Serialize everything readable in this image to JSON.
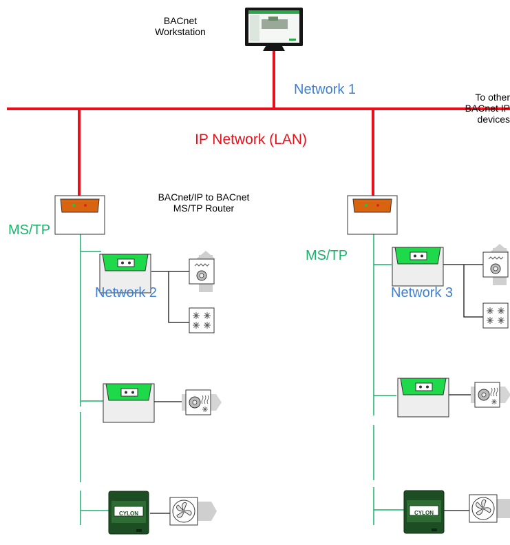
{
  "labels": {
    "workstation": "BACnet Workstation",
    "network1": "Network 1",
    "to_other": "To other BACnet IP devices",
    "ip_network": "IP Network (LAN)",
    "router": "BACnet/IP to BACnet MS/TP Router",
    "mstp_left": "MS/TP",
    "mstp_right": "MS/TP",
    "network2": "Network 2",
    "network3": "Network 3",
    "cylon_left": "CYLON",
    "cylon_right": "CYLON"
  },
  "colors": {
    "ip_line": "#e8101a",
    "mstp_line": "#19b36b",
    "network_text": "#3f7fd0",
    "router_body": "#d9640f",
    "controller_green": "#1ed94a",
    "cylon_body": "#1d4d22"
  }
}
